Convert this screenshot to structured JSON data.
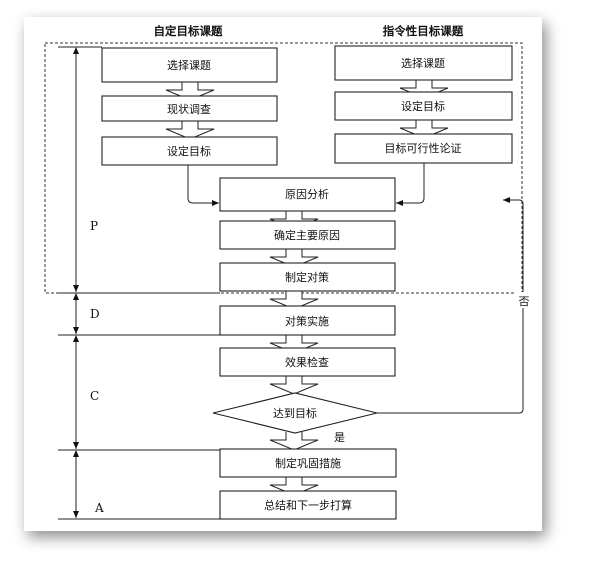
{
  "headings": {
    "left": "自定目标课题",
    "right": "指令性目标课题"
  },
  "left_steps": [
    "选择课题",
    "现状调查",
    "设定目标"
  ],
  "right_steps": [
    "选择课题",
    "设定目标",
    "目标可行性论证"
  ],
  "center_steps": [
    "原因分析",
    "确定主要原因",
    "制定对策",
    "对策实施",
    "效果检查"
  ],
  "decision": {
    "label": "达到目标",
    "yes": "是",
    "no": "否"
  },
  "final_steps": [
    "制定巩固措施",
    "总结和下一步打算"
  ],
  "phases": [
    "P",
    "D",
    "C",
    "A"
  ]
}
